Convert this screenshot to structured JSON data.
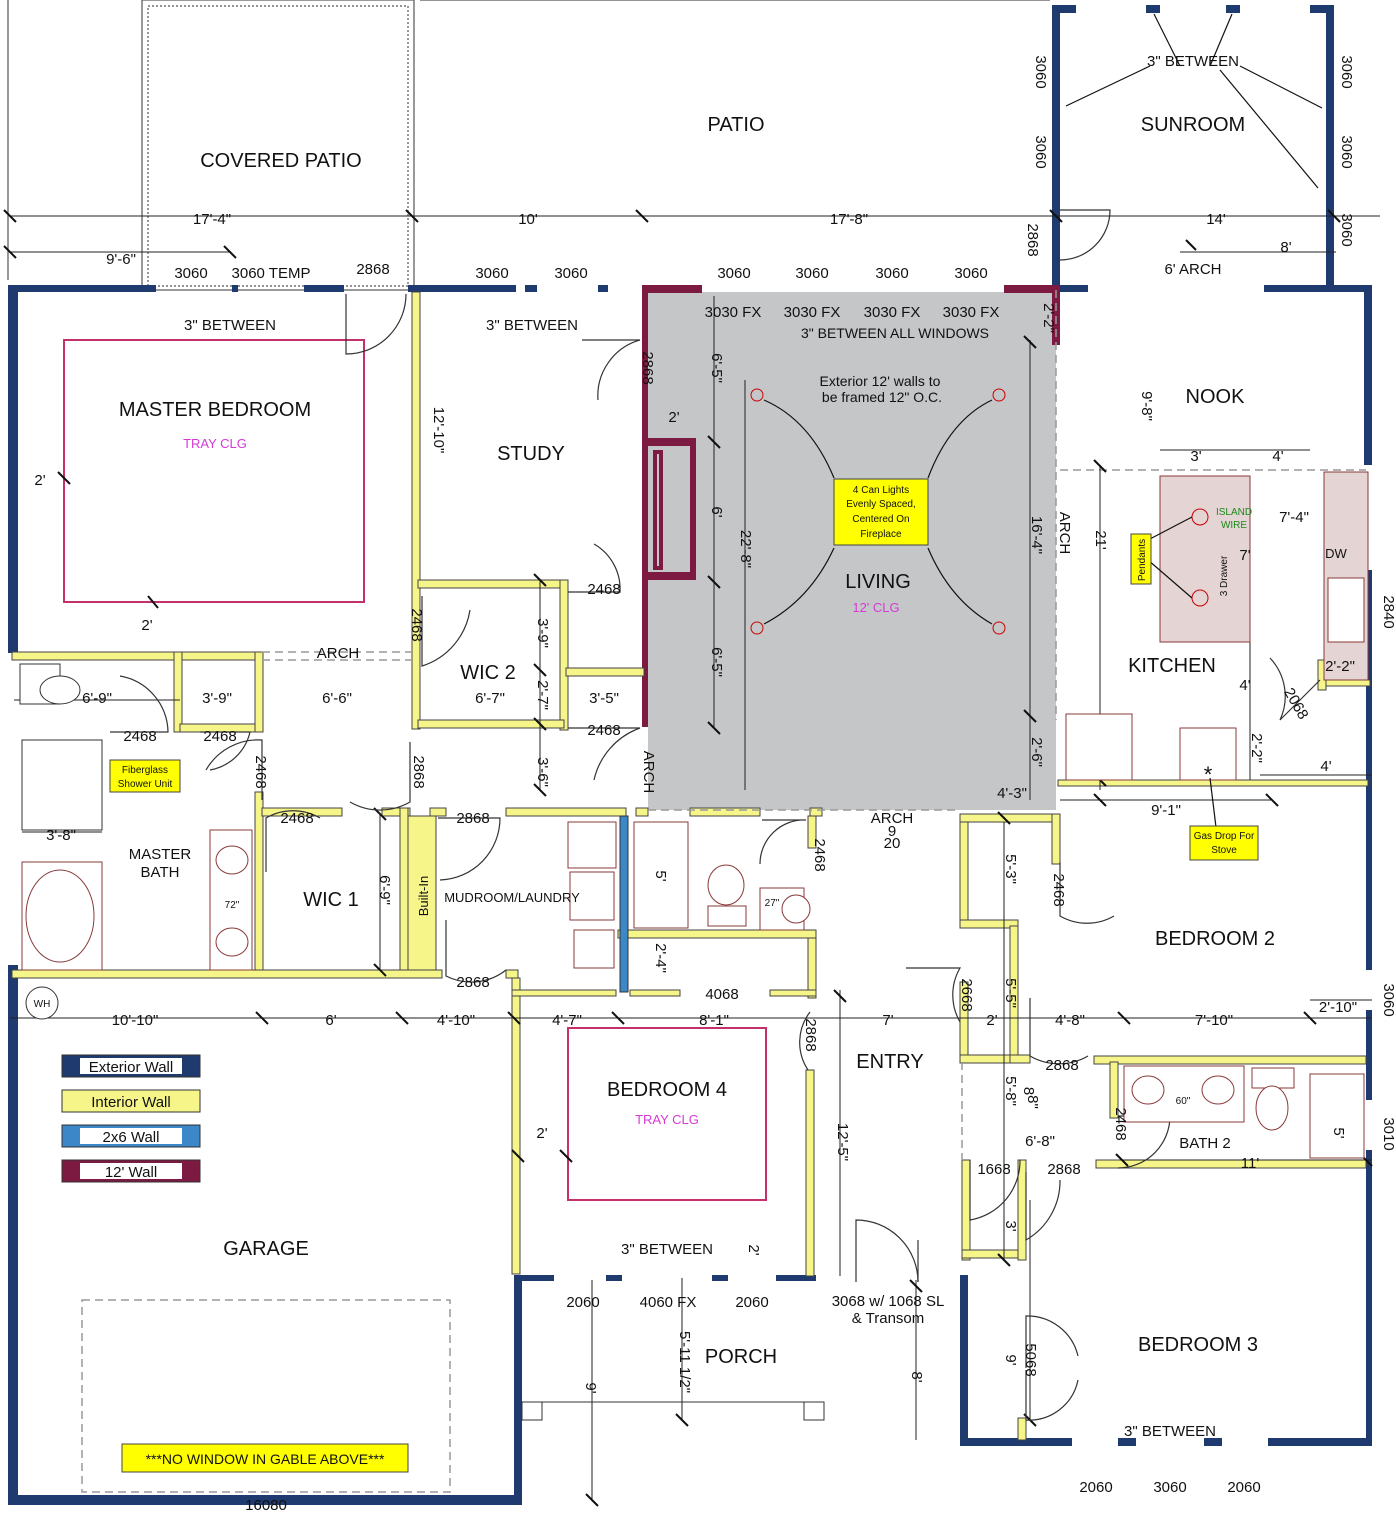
{
  "rooms": {
    "covered_patio": "COVERED PATIO",
    "patio": "PATIO",
    "sunroom": "SUNROOM",
    "master_bedroom": "MASTER BEDROOM",
    "master_bedroom_ceiling": "TRAY CLG",
    "study": "STUDY",
    "living": "LIVING",
    "living_ceiling": "12' CLG",
    "nook": "NOOK",
    "kitchen": "KITCHEN",
    "wic2": "WIC 2",
    "wic1": "WIC 1",
    "master_bath_line1": "MASTER",
    "master_bath_line2": "BATH",
    "mudroom": "MUDROOM/LAUNDRY",
    "built_in": "Built-In",
    "bedroom2": "BEDROOM 2",
    "bedroom4": "BEDROOM 4",
    "bedroom4_ceiling": "TRAY CLG",
    "entry": "ENTRY",
    "bath2": "BATH 2",
    "bedroom3": "BEDROOM 3",
    "garage": "GARAGE",
    "porch": "PORCH",
    "wh": "WH"
  },
  "notes": {
    "exterior_walls_line1": "Exterior 12' walls to",
    "exterior_walls_line2": "be framed 12\" O.C.",
    "between_all": "3\" BETWEEN ALL WINDOWS",
    "between": "3\" BETWEEN",
    "can_lights": [
      "4 Can Lights",
      "Evenly Spaced,",
      "Centered On",
      "Fireplace"
    ],
    "pendants": "Pendants",
    "island_wire_1": "ISLAND",
    "island_wire_2": "WIRE",
    "gas_drop_1": "Gas Drop For",
    "gas_drop_2": "Stove",
    "fiberglass_1": "Fiberglass",
    "fiberglass_2": "Shower Unit",
    "no_window": "***NO WINDOW IN GABLE ABOVE***",
    "front_door_1": "3068 w/ 1068 SL",
    "front_door_2": "& Transom",
    "three_drawer": "3 Drawer",
    "dw": "DW",
    "vanity_72": "72\"",
    "vanity_60": "60\"",
    "vanity_27": "27\""
  },
  "legend": [
    {
      "label": "Exterior Wall",
      "color": "#1f3a6e"
    },
    {
      "label": "Interior Wall",
      "color": "#f6f58a"
    },
    {
      "label": "2x6 Wall",
      "color": "#3b87c8"
    },
    {
      "label": "12' Wall",
      "color": "#7d1a42"
    }
  ],
  "dimensions": {
    "d17_4": "17'-4\"",
    "d10": "10'",
    "d17_8": "17'-8\"",
    "d14": "14'",
    "d9_6": "9'-6\"",
    "d8": "8'",
    "arch6": "6' ARCH",
    "w3060a": "3060",
    "w3060temp": "3060 TEMP",
    "w2868a": "2868",
    "w3060b": "3060",
    "w3060c": "3060",
    "w3060d": "3060",
    "w3060e": "3060",
    "w3060f": "3060",
    "w3060g": "3060",
    "fx1": "3030 FX",
    "fx2": "3030 FX",
    "fx3": "3030 FX",
    "fx4": "3030 FX",
    "d2_2": "2'-2\"",
    "d12_10": "12'-10\"",
    "d2868study": "2868",
    "d2study": "2'",
    "d6_5a": "6'-5\"",
    "d6": "6'",
    "d6_5b": "6'-5\"",
    "d22_8": "22'-8\"",
    "d16_4": "16'-4\"",
    "arch_living": "ARCH",
    "d9_8": "9'-8\"",
    "d3k": "3'",
    "d4k": "4'",
    "d21": "21'",
    "d7_4": "7'-4\"",
    "d7k": "7'",
    "d4kb": "4'",
    "d2_2k": "2'-2\"",
    "d2068": "2068",
    "d2_6": "2'-6\"",
    "d4_3": "4'-3\"",
    "d9_1": "9'-1\"",
    "d2_2kb": "2'-2\"",
    "d4kc": "4'",
    "d2m": "2'",
    "d2mb": "2'",
    "arch_mb": "ARCH",
    "d6_9": "6'-9\"",
    "d3_9": "3'-9\"",
    "d6_6": "6'-6\"",
    "d6_7": "6'-7\"",
    "d3_9b": "3'-9\"",
    "d2_7": "2'-7\"",
    "d3_5": "3'-5\"",
    "d2468wic2": "2468",
    "d2468wic2b": "2468",
    "d2468wic2c": "2468",
    "d3_6": "3'-6\"",
    "d2468mb1": "2468",
    "d2468mb2": "2468",
    "d2468mb3": "2468",
    "d2868hall": "2868",
    "arch_hall": "ARCH",
    "d3_8": "3'-8\"",
    "d2468wic1": "2468",
    "d6_9b": "6'-9\"",
    "d2868mud": "2868",
    "d2868mud2": "2868",
    "d2468bath": "2468",
    "arch_entry": "ARCH",
    "arch9": "9",
    "arch20": "20",
    "d5_3": "5'-3\"",
    "d2468b2": "2468",
    "d5_5": "5'-5\"",
    "d2668": "2668",
    "d2b": "2'",
    "d4_8": "4'-8\"",
    "d7_10": "7'-10\"",
    "d2_10": "2'-10\"",
    "d2868b": "2868",
    "d5_8": "5'-8\"",
    "d8b": "8",
    "d8c": "8\"",
    "d10_10": "10'-10\"",
    "d6g": "6'",
    "d4_10": "4'-10\"",
    "d4_7": "4'-7\"",
    "d8_1": "8'-1\"",
    "d4068": "4068",
    "d2868b4": "2868",
    "d2_4": "2'-4\"",
    "d7e": "7'",
    "d12_5": "12'-5\"",
    "d2b4": "2'",
    "d2b4b": "2'",
    "between_b4": "3\" BETWEEN",
    "d2060a": "2060",
    "d4060fx": "4060 FX",
    "d2060b": "2060",
    "d5_11": "5'-11 1/2\"",
    "d9p": "9'",
    "d8p": "8'",
    "d6_8": "6'-8\"",
    "d2468b2b": "2468",
    "d1668": "1668",
    "d2868c": "2868",
    "d3b3": "3'",
    "d11": "11'",
    "d5068": "5068",
    "d9b3": "9'",
    "d5bath": "5'",
    "d5lnd": "5'",
    "d2060c": "2060",
    "d3060b3": "3060",
    "d2060d": "2060",
    "d16080": "16080",
    "s3060a": "3060",
    "s3060b": "3060",
    "s3060c": "3060",
    "s3060d": "3060",
    "s3060e": "3060",
    "s2868": "2868",
    "s2840": "2840",
    "s3060f": "3060",
    "s3010": "3010",
    "between_sun": "3\" BETWEEN",
    "between_mb": "3\" BETWEEN",
    "between_study": "3\" BETWEEN",
    "between_b3": "3\" BETWEEN"
  }
}
